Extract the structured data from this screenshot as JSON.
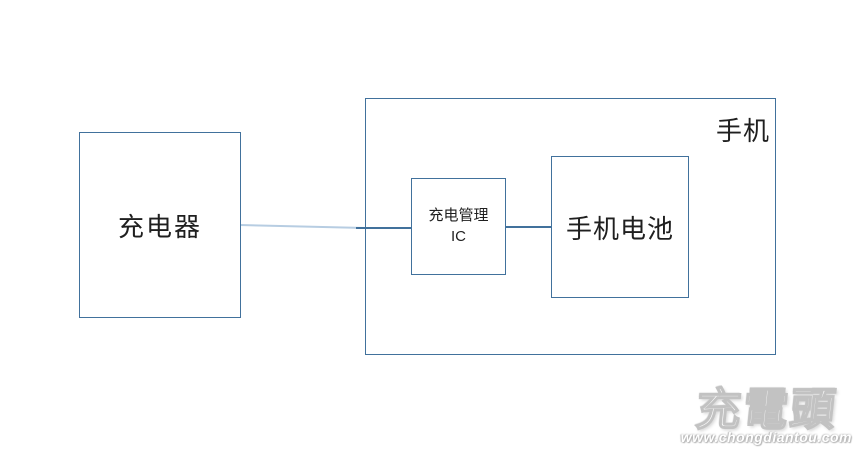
{
  "diagram": {
    "charger": {
      "label": "充电器"
    },
    "phone": {
      "label": "手机"
    },
    "ic": {
      "label_line1": "充电管理",
      "label_line2": "IC"
    },
    "battery": {
      "label": "手机电池"
    }
  },
  "watermark": {
    "logo": "充電頭",
    "url": "www.chongdiantou.com"
  },
  "colors": {
    "box_border": "#41719c",
    "connector_light": "#b7cde2",
    "connector_dark": "#41719c",
    "label_text": "#1f1f1f",
    "watermark_gray": "#c2c2c2"
  }
}
